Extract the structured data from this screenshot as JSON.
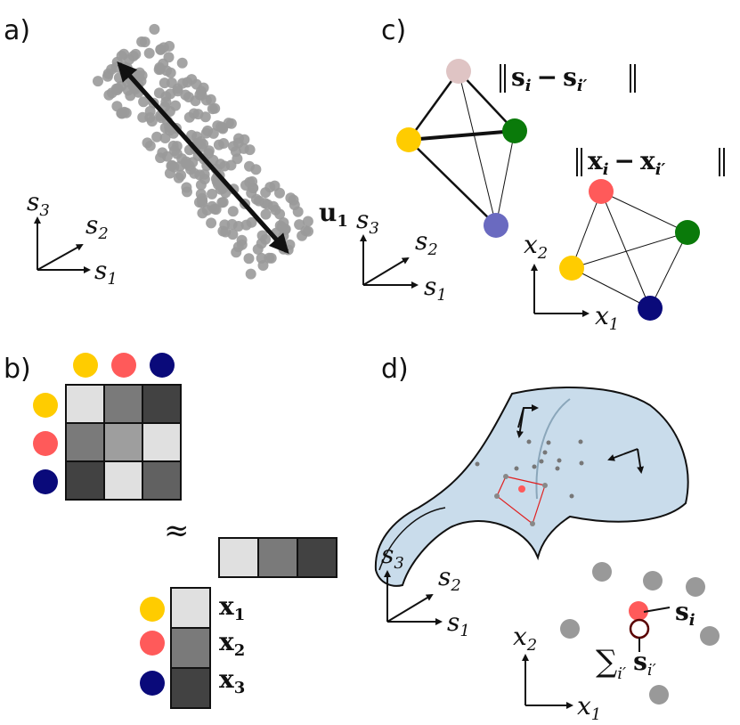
{
  "panels": {
    "a": {
      "label": "a)",
      "vector_label": "u",
      "vector_sub": "1",
      "axes": {
        "z": "s",
        "z_sub": "3",
        "y": "s",
        "y_sub": "2",
        "x": "s",
        "x_sub": "1"
      }
    },
    "b": {
      "label": "b)",
      "approx": "≈",
      "row_labels": [
        {
          "b": "x",
          "s": "1"
        },
        {
          "b": "x",
          "s": "2"
        },
        {
          "b": "x",
          "s": "3"
        }
      ]
    },
    "c": {
      "label": "c)",
      "dist_s": {
        "a": "s",
        "a_sub": "i",
        "b": "s",
        "b_sub": "i′"
      },
      "dist_x": {
        "a": "x",
        "a_sub": "i",
        "b": "x",
        "b_sub": "i′"
      },
      "axes_s": {
        "z": "s",
        "z_sub": "3",
        "y": "s",
        "y_sub": "2",
        "x": "s",
        "x_sub": "1"
      },
      "axes_x": {
        "y": "x",
        "y_sub": "2",
        "x": "x",
        "x_sub": "1"
      }
    },
    "d": {
      "label": "d)",
      "axes_s": {
        "z": "s",
        "z_sub": "3",
        "y": "s",
        "y_sub": "2",
        "x": "s",
        "x_sub": "1"
      },
      "axes_x": {
        "y": "x",
        "y_sub": "2",
        "x": "x",
        "x_sub": "1"
      },
      "s_i": {
        "b": "s",
        "s": "i"
      },
      "sum": {
        "sym": "∑",
        "sub": "i′",
        "b": "s",
        "s": "i′"
      }
    }
  },
  "colors": {
    "yellow": "#ffcc00",
    "red": "#ff5a5a",
    "navy": "#0a0a7a",
    "green": "#0a7a0a",
    "pink": "#dfc4c4",
    "purple": "#6a6ac0",
    "gray": "#999999",
    "surface": "#c9dceb",
    "surface_stroke": "#111111",
    "polygon": "#e02020"
  },
  "matrix_3x3": [
    [
      0.88,
      0.48,
      0.26
    ],
    [
      0.48,
      0.62,
      0.88
    ],
    [
      0.26,
      0.88,
      0.38
    ]
  ],
  "row_vector": [
    0.88,
    0.48,
    0.26
  ],
  "col_vector": [
    0.88,
    0.48,
    0.26
  ]
}
